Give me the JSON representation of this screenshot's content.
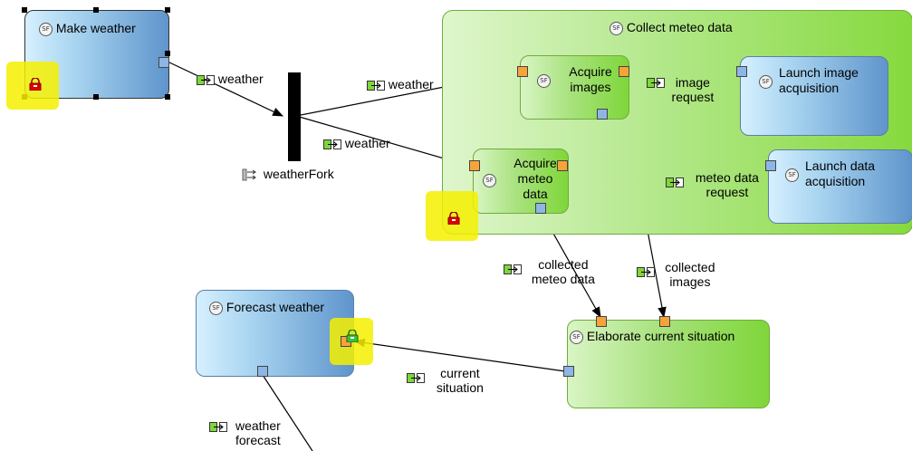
{
  "nodes": {
    "make_weather": "Make weather",
    "collect_meteo": "Collect meteo data",
    "acquire_images": "Acquire images",
    "launch_image": "Launch image acquisition",
    "acquire_meteo": "Acquire meteo data",
    "launch_data": "Launch data acquisition",
    "elaborate": "Elaborate current situation",
    "forecast": "Forecast weather",
    "fork": "weatherFork"
  },
  "flows": {
    "weather_1": "weather",
    "weather_2": "weather",
    "weather_3": "weather",
    "image_request": "image request",
    "meteo_data_request": "meteo data request",
    "collected_meteo": "collected meteo data",
    "collected_images": "collected images",
    "current_situation": "current situation",
    "weather_forecast": "weather forecast"
  },
  "icons": {
    "sf_badge": "SF",
    "lock": "lock-icon",
    "flow": "flow-icon",
    "fork": "fork-icon"
  },
  "colors": {
    "blue_node": "#5f95cc",
    "green_node": "#7fd63a",
    "port_in": "#f7a33a",
    "port_out": "#8db6e6",
    "highlight": "#f4f000",
    "lock": "#d40000"
  }
}
